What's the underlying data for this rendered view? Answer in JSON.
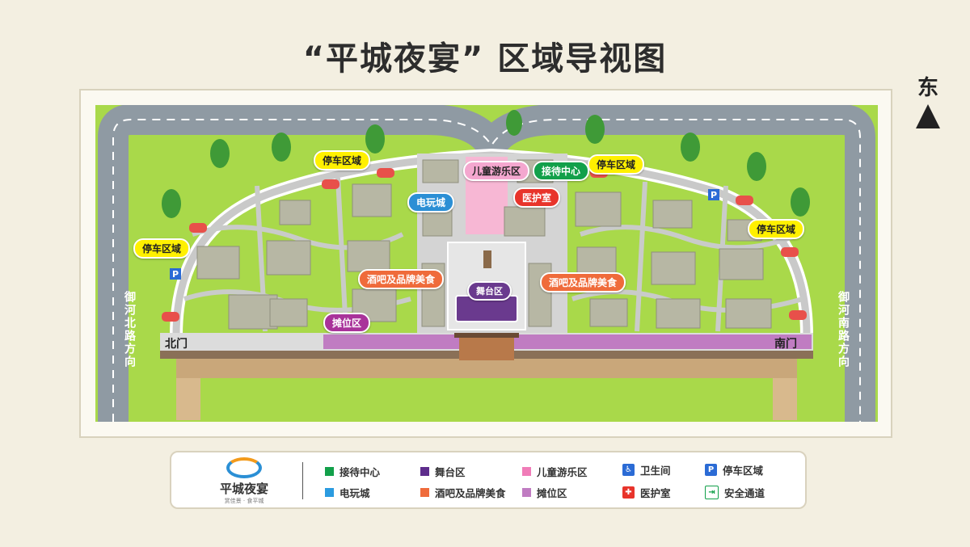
{
  "title": "“平城夜宴” 区域导视图",
  "compass": {
    "label": "东"
  },
  "map": {
    "tags": {
      "parking_1": "停车区域",
      "parking_2": "停车区域",
      "parking_3": "停车区域",
      "parking_4": "停车区域",
      "kids": "儿童游乐区",
      "reception": "接待中心",
      "arcade": "电玩城",
      "clinic": "医护室",
      "stage": "舞台区",
      "bar_left": "酒吧及品牌美食",
      "bar_right": "酒吧及品牌美食",
      "stall": "摊位区"
    },
    "gates": {
      "north": "北门",
      "south": "南门"
    },
    "roads": {
      "left": "御河北路方向",
      "right": "御河南路方向"
    }
  },
  "legend": {
    "logo_name": "平城夜宴",
    "logo_sub": "赏佳景 · 食平城",
    "items": {
      "reception": {
        "label": "接待中心",
        "color": "#12a04a"
      },
      "stage": {
        "label": "舞台区",
        "color": "#5e2d8c"
      },
      "kids": {
        "label": "儿童游乐区",
        "color": "#f07cb8"
      },
      "toilet": {
        "label": "卫生间",
        "icon": "toilet-icon"
      },
      "parking": {
        "label": "停车区域",
        "icon": "parking-icon"
      },
      "arcade": {
        "label": "电玩城",
        "color": "#2b9be0"
      },
      "bar": {
        "label": "酒吧及品牌美食",
        "color": "#ef6b3b"
      },
      "stall": {
        "label": "摊位区",
        "color": "#c07cc2"
      },
      "clinic": {
        "label": "医护室",
        "icon": "medical-cross-icon"
      },
      "exit": {
        "label": "安全通道",
        "icon": "emergency-exit-icon"
      }
    }
  }
}
